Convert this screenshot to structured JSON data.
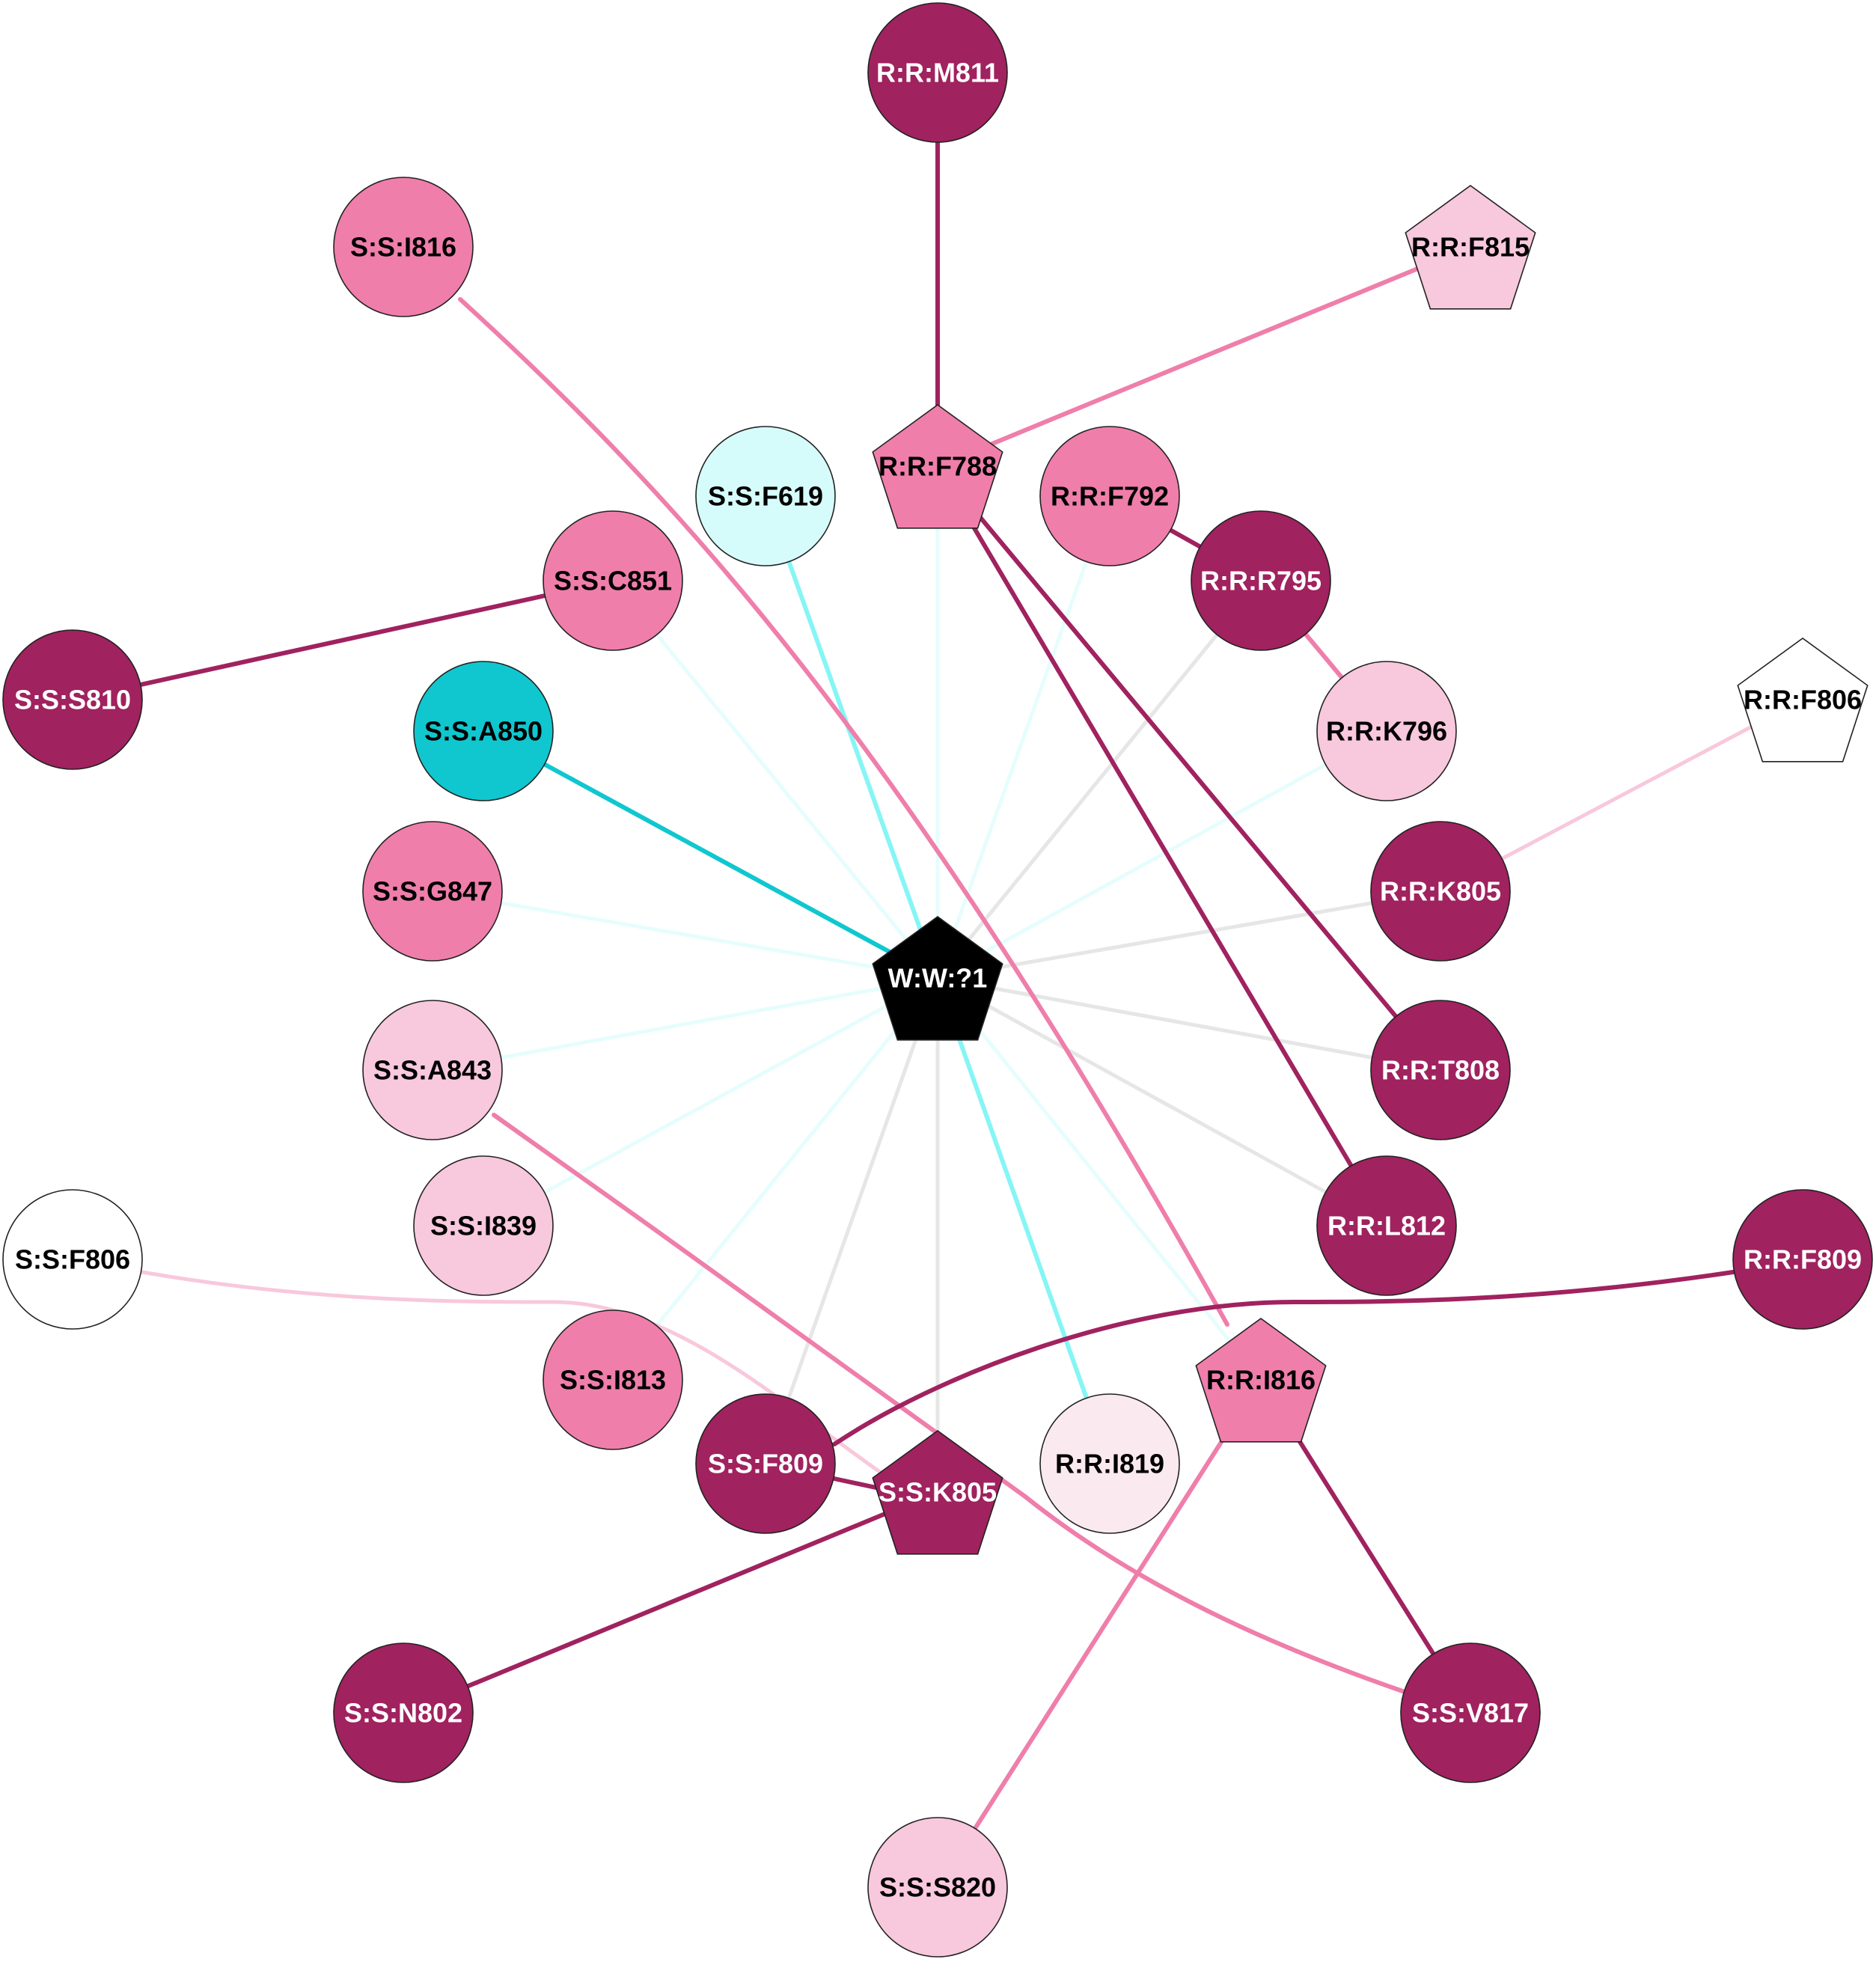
{
  "colors": {
    "dark_magenta": "#a0225f",
    "pink": "#ef7eab",
    "light_pink": "#f8c8dc",
    "pale_pink": "#fbe9f0",
    "white": "#ffffff",
    "teal": "#10c7cf",
    "pale_cyan": "#d6fbfb",
    "black": "#000000",
    "edge_grey": "#e6e6e6",
    "edge_light_cyan": "#e6fdfd",
    "edge_cyan": "#86f5f5"
  },
  "nodes": [
    {
      "id": "W:W:?1",
      "label": "W:W:?1",
      "shape": "pentagon",
      "fill": "black",
      "text": "white"
    },
    {
      "id": "R:R:M811",
      "label": "R:R:M811",
      "shape": "circle",
      "fill": "dark_magenta",
      "text": "white"
    },
    {
      "id": "S:S:I816",
      "label": "S:S:I816",
      "shape": "circle",
      "fill": "pink",
      "text": "black"
    },
    {
      "id": "R:R:F815",
      "label": "R:R:F815",
      "shape": "pentagon",
      "fill": "light_pink",
      "text": "black"
    },
    {
      "id": "R:R:F788",
      "label": "R:R:F788",
      "shape": "pentagon",
      "fill": "pink",
      "text": "black"
    },
    {
      "id": "S:S:F619",
      "label": "S:S:F619",
      "shape": "circle",
      "fill": "pale_cyan",
      "text": "black"
    },
    {
      "id": "R:R:F792",
      "label": "R:R:F792",
      "shape": "circle",
      "fill": "pink",
      "text": "black"
    },
    {
      "id": "S:S:C851",
      "label": "S:S:C851",
      "shape": "circle",
      "fill": "pink",
      "text": "black"
    },
    {
      "id": "R:R:R795",
      "label": "R:R:R795",
      "shape": "circle",
      "fill": "dark_magenta",
      "text": "white"
    },
    {
      "id": "S:S:S810",
      "label": "S:S:S810",
      "shape": "circle",
      "fill": "dark_magenta",
      "text": "white"
    },
    {
      "id": "S:S:A850",
      "label": "S:S:A850",
      "shape": "circle",
      "fill": "teal",
      "text": "black"
    },
    {
      "id": "R:R:K796",
      "label": "R:R:K796",
      "shape": "circle",
      "fill": "light_pink",
      "text": "black"
    },
    {
      "id": "R:R:F806",
      "label": "R:R:F806",
      "shape": "pentagon",
      "fill": "white",
      "text": "black"
    },
    {
      "id": "S:S:G847",
      "label": "S:S:G847",
      "shape": "circle",
      "fill": "pink",
      "text": "black"
    },
    {
      "id": "R:R:K805",
      "label": "R:R:K805",
      "shape": "circle",
      "fill": "dark_magenta",
      "text": "white"
    },
    {
      "id": "S:S:A843",
      "label": "S:S:A843",
      "shape": "circle",
      "fill": "light_pink",
      "text": "black"
    },
    {
      "id": "R:R:T808",
      "label": "R:R:T808",
      "shape": "circle",
      "fill": "dark_magenta",
      "text": "white"
    },
    {
      "id": "S:S:I839",
      "label": "S:S:I839",
      "shape": "circle",
      "fill": "light_pink",
      "text": "black"
    },
    {
      "id": "R:R:L812",
      "label": "R:R:L812",
      "shape": "circle",
      "fill": "dark_magenta",
      "text": "white"
    },
    {
      "id": "S:S:F806",
      "label": "S:S:F806",
      "shape": "circle",
      "fill": "white",
      "text": "black"
    },
    {
      "id": "R:R:F809",
      "label": "R:R:F809",
      "shape": "circle",
      "fill": "dark_magenta",
      "text": "white"
    },
    {
      "id": "S:S:I813",
      "label": "S:S:I813",
      "shape": "circle",
      "fill": "pink",
      "text": "black"
    },
    {
      "id": "R:R:I816",
      "label": "R:R:I816",
      "shape": "pentagon",
      "fill": "pink",
      "text": "black"
    },
    {
      "id": "S:S:F809",
      "label": "S:S:F809",
      "shape": "circle",
      "fill": "dark_magenta",
      "text": "white"
    },
    {
      "id": "S:S:K805",
      "label": "S:S:K805",
      "shape": "pentagon",
      "fill": "dark_magenta",
      "text": "white"
    },
    {
      "id": "R:R:I819",
      "label": "R:R:I819",
      "shape": "circle",
      "fill": "pale_pink",
      "text": "black"
    },
    {
      "id": "S:S:N802",
      "label": "S:S:N802",
      "shape": "circle",
      "fill": "dark_magenta",
      "text": "white"
    },
    {
      "id": "S:S:V817",
      "label": "S:S:V817",
      "shape": "circle",
      "fill": "dark_magenta",
      "text": "white"
    },
    {
      "id": "S:S:S820",
      "label": "S:S:S820",
      "shape": "circle",
      "fill": "light_pink",
      "text": "black"
    }
  ],
  "edges": [
    {
      "source": "W:W:?1",
      "target": "R:R:F788",
      "color": "edge_light_cyan"
    },
    {
      "source": "W:W:?1",
      "target": "S:S:F619",
      "color": "edge_cyan"
    },
    {
      "source": "W:W:?1",
      "target": "R:R:F792",
      "color": "edge_light_cyan"
    },
    {
      "source": "W:W:?1",
      "target": "S:S:C851",
      "color": "edge_light_cyan"
    },
    {
      "source": "W:W:?1",
      "target": "R:R:R795",
      "color": "edge_grey"
    },
    {
      "source": "W:W:?1",
      "target": "S:S:A850",
      "color": "teal"
    },
    {
      "source": "W:W:?1",
      "target": "R:R:K796",
      "color": "edge_light_cyan"
    },
    {
      "source": "W:W:?1",
      "target": "S:S:G847",
      "color": "edge_light_cyan"
    },
    {
      "source": "W:W:?1",
      "target": "R:R:K805",
      "color": "edge_grey"
    },
    {
      "source": "W:W:?1",
      "target": "S:S:A843",
      "color": "edge_light_cyan"
    },
    {
      "source": "W:W:?1",
      "target": "R:R:T808",
      "color": "edge_grey"
    },
    {
      "source": "W:W:?1",
      "target": "S:S:I839",
      "color": "edge_light_cyan"
    },
    {
      "source": "W:W:?1",
      "target": "R:R:L812",
      "color": "edge_grey"
    },
    {
      "source": "W:W:?1",
      "target": "S:S:I813",
      "color": "edge_light_cyan"
    },
    {
      "source": "W:W:?1",
      "target": "R:R:I816",
      "color": "edge_light_cyan"
    },
    {
      "source": "W:W:?1",
      "target": "S:S:F809",
      "color": "edge_grey"
    },
    {
      "source": "W:W:?1",
      "target": "S:S:K805",
      "color": "edge_grey"
    },
    {
      "source": "W:W:?1",
      "target": "R:R:I819",
      "color": "edge_cyan"
    },
    {
      "source": "R:R:M811",
      "target": "R:R:F788",
      "color": "dark_magenta"
    },
    {
      "source": "R:R:F815",
      "target": "R:R:F788",
      "color": "pink"
    },
    {
      "source": "R:R:F788",
      "target": "R:R:T808",
      "color": "dark_magenta"
    },
    {
      "source": "R:R:F788",
      "target": "R:R:L812",
      "color": "dark_magenta"
    },
    {
      "source": "S:S:I816",
      "target": "R:R:I816",
      "color": "pink"
    },
    {
      "source": "R:R:F792",
      "target": "R:R:R795",
      "color": "dark_magenta"
    },
    {
      "source": "R:R:R795",
      "target": "R:R:K796",
      "color": "pink"
    },
    {
      "source": "S:S:S810",
      "target": "S:S:C851",
      "color": "dark_magenta"
    },
    {
      "source": "R:R:F806",
      "target": "R:R:K805",
      "color": "light_pink"
    },
    {
      "source": "S:S:A843",
      "target": "S:S:V817",
      "color": "pink"
    },
    {
      "source": "S:S:F806",
      "target": "S:S:K805",
      "color": "light_pink"
    },
    {
      "source": "R:R:F809",
      "target": "S:S:F809",
      "color": "dark_magenta"
    },
    {
      "source": "R:R:I816",
      "target": "S:S:V817",
      "color": "dark_magenta"
    },
    {
      "source": "R:R:I816",
      "target": "S:S:S820",
      "color": "pink"
    },
    {
      "source": "S:S:F809",
      "target": "S:S:K805",
      "color": "dark_magenta"
    },
    {
      "source": "S:S:K805",
      "target": "S:S:N802",
      "color": "dark_magenta"
    }
  ]
}
